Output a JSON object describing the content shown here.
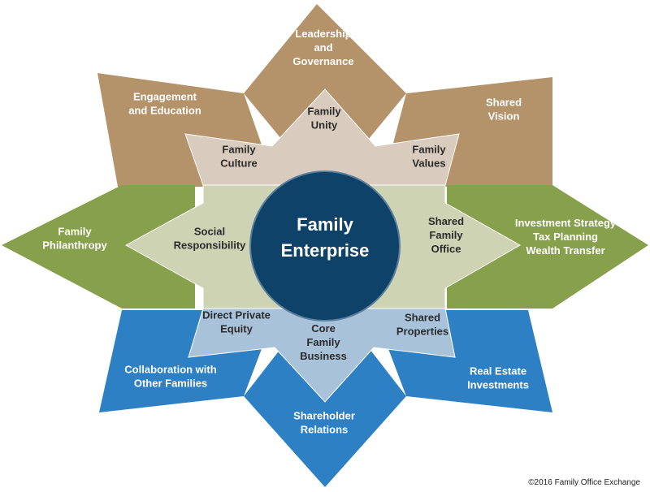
{
  "center": {
    "lines": [
      "Family",
      "Enterprise"
    ]
  },
  "outer_points": [
    {
      "id": "leadership",
      "lines": [
        "Leadership",
        "and",
        "Governance"
      ]
    },
    {
      "id": "shared-vision",
      "lines": [
        "Shared",
        "Vision"
      ]
    },
    {
      "id": "investment",
      "lines": [
        "Investment Strategy",
        "Tax Planning",
        "Wealth Transfer"
      ]
    },
    {
      "id": "real-estate",
      "lines": [
        "Real Estate",
        "Investments"
      ]
    },
    {
      "id": "shareholder",
      "lines": [
        "Shareholder",
        "Relations"
      ]
    },
    {
      "id": "collaboration",
      "lines": [
        "Collaboration with",
        "Other Families"
      ]
    },
    {
      "id": "philanthropy",
      "lines": [
        "Family",
        "Philanthropy"
      ]
    },
    {
      "id": "engagement",
      "lines": [
        "Engagement",
        "and Education"
      ]
    }
  ],
  "inner_points": [
    {
      "id": "unity",
      "lines": [
        "Family",
        "Unity"
      ]
    },
    {
      "id": "values",
      "lines": [
        "Family",
        "Values"
      ]
    },
    {
      "id": "shared-office",
      "lines": [
        "Shared",
        "Family",
        "Office"
      ]
    },
    {
      "id": "shared-properties",
      "lines": [
        "Shared",
        "Properties"
      ]
    },
    {
      "id": "core-business",
      "lines": [
        "Core",
        "Family",
        "Business"
      ]
    },
    {
      "id": "direct-equity",
      "lines": [
        "Direct Private",
        "Equity"
      ]
    },
    {
      "id": "social",
      "lines": [
        "Social",
        "Responsibility"
      ]
    },
    {
      "id": "culture",
      "lines": [
        "Family",
        "Culture"
      ]
    }
  ],
  "copyright": "©2016 Family Office Exchange",
  "colors": {
    "tan": "#b4926a",
    "green": "#87a04c",
    "blue": "#2e80c4",
    "inner_tan": "#d9cbbd",
    "inner_green": "#cdd3b3",
    "inner_blue": "#a8c2da",
    "center": "#0f4268"
  }
}
